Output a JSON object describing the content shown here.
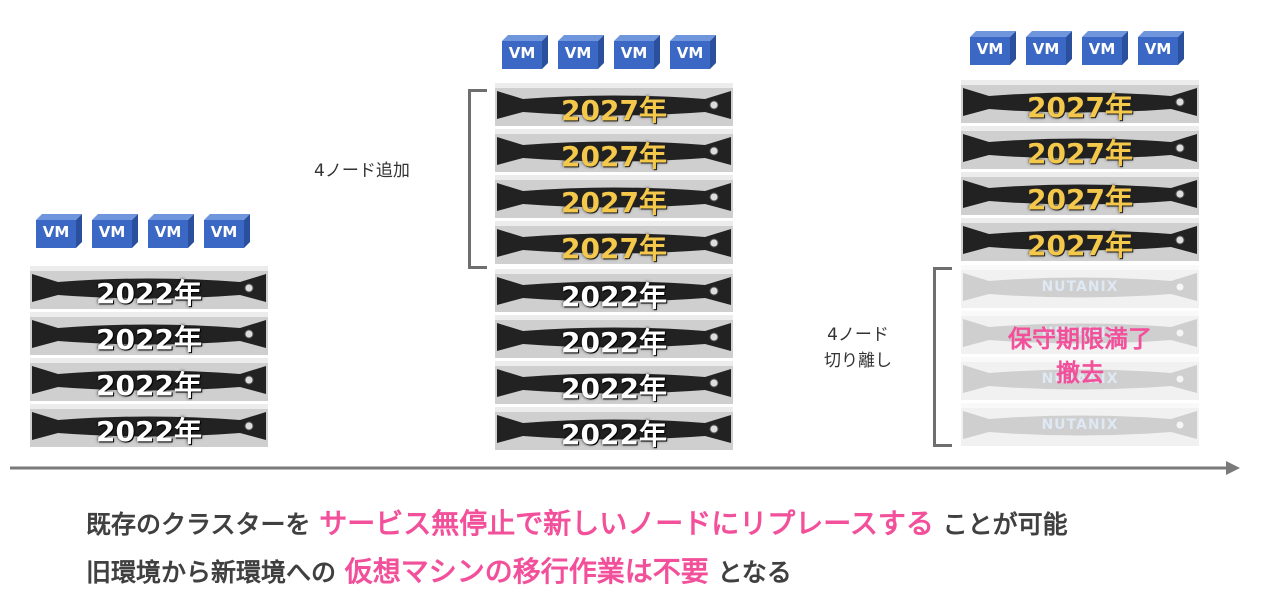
{
  "vm_label": "VM",
  "year_old": "2022年",
  "year_new": "2027年",
  "brand": "NUTANIX",
  "left_bracket_label": "4ノード追加",
  "right_bracket_label_line1": "4ノード",
  "right_bracket_label_line2": "切り離し",
  "retired_label_line1": "保守期限満了",
  "retired_label_line2": "撤去",
  "caption1": {
    "prefix": "既存のクラスターを",
    "highlight": "サービス無停止で新しいノードにリプレースする",
    "suffix": "ことが可能"
  },
  "caption2": {
    "prefix": "旧環境から新環境への",
    "highlight": "仮想マシンの移行作業は不要",
    "suffix": "となる"
  },
  "colors": {
    "vm_blue": "#3a68c4",
    "highlight_pink": "#f2509a",
    "new_year_gold": "#f4c84a",
    "arrow_gray": "#7a7a7a"
  }
}
